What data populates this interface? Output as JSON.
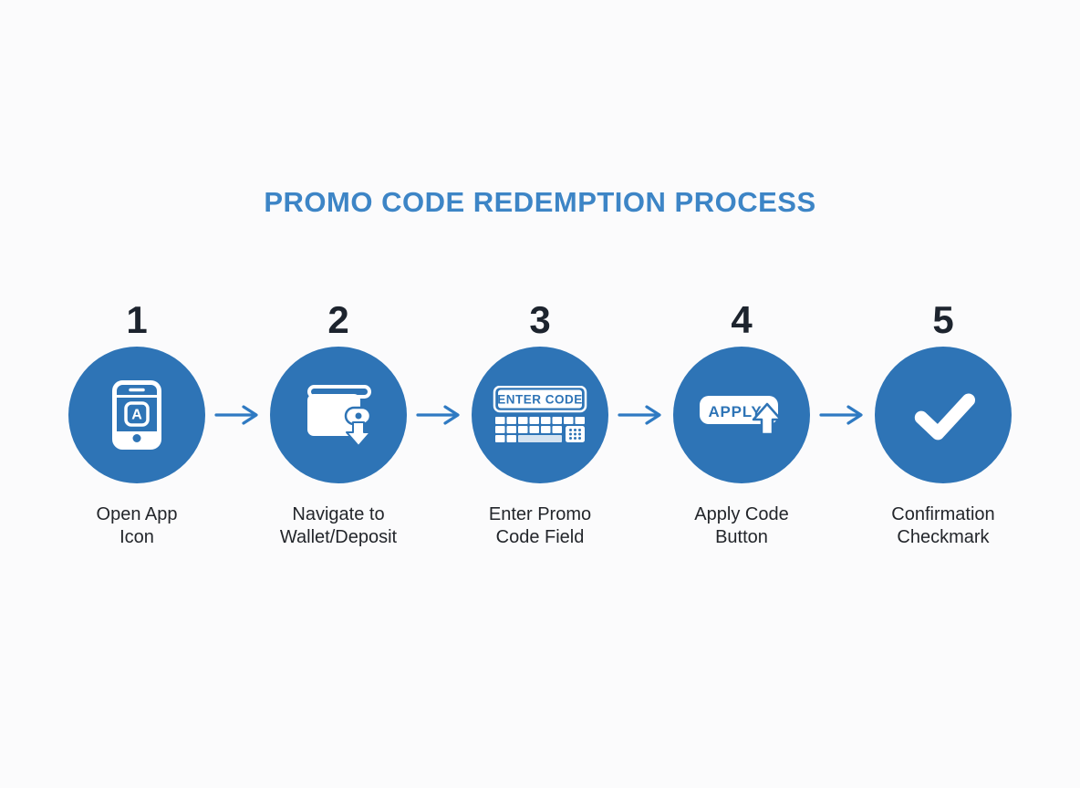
{
  "title": "PROMO CODE REDEMPTION PROCESS",
  "colors": {
    "background": "#fbfbfc",
    "title": "#3d85c6",
    "circle": "#2e74b6",
    "arrow": "#2f7ac2",
    "number": "#1d242e",
    "label": "#23262b",
    "icon_foreground": "#ffffff"
  },
  "steps": [
    {
      "number": "1",
      "icon": "smartphone-app-icon",
      "icon_text": "A",
      "label_line1": "Open App",
      "label_line2": "Icon"
    },
    {
      "number": "2",
      "icon": "wallet-deposit-icon",
      "icon_text": "",
      "label_line1": "Navigate to",
      "label_line2": "Wallet/Deposit"
    },
    {
      "number": "3",
      "icon": "promo-code-field-icon",
      "icon_text": "ENTER CODE",
      "label_line1": "Enter Promo",
      "label_line2": "Code Field"
    },
    {
      "number": "4",
      "icon": "apply-button-icon",
      "icon_text": "APPLY",
      "label_line1": "Apply Code",
      "label_line2": "Button"
    },
    {
      "number": "5",
      "icon": "confirmation-checkmark-icon",
      "icon_text": "",
      "label_line1": "Confirmation",
      "label_line2": "Checkmark"
    }
  ]
}
